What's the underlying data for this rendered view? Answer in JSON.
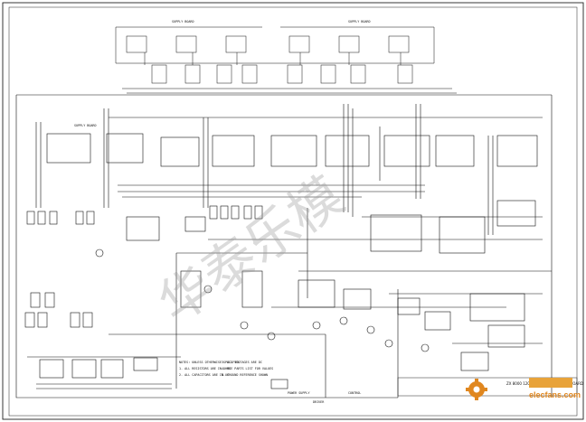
{
  "document": {
    "title_block": "ZX 8000 120 1000 - BANK SWITCH BOARD"
  },
  "watermark": {
    "text": "华泰乐模",
    "color": "#9a9a9a"
  },
  "site_logo": {
    "text": "elecfans.com",
    "icon": "gear-logo-icon",
    "color": "#e0871f"
  },
  "labels": {
    "top_left_header": "SUPPLY BOARD",
    "top_right_header": "SUPPLY BOARD",
    "mid_header": "SUPPLY BOARD",
    "bottom_bus_label": "POWER SUPPLY",
    "bottom_label_2": "DRIVER",
    "bottom_label_3": "CONTROL"
  },
  "notes": [
    "NOTES: UNLESS OTHERWISE SPECIFIED",
    "1. ALL RESISTORS ARE IN OHMS",
    "2. ALL CAPACITORS ARE IN UF",
    "3. ALL VOLTAGES ARE DC",
    "4. SEE PARTS LIST FOR VALUES",
    "5. GROUND REFERENCE SHOWN"
  ],
  "colors": {
    "ink": "#111111",
    "paper": "#ffffff",
    "frame": "#222222"
  }
}
